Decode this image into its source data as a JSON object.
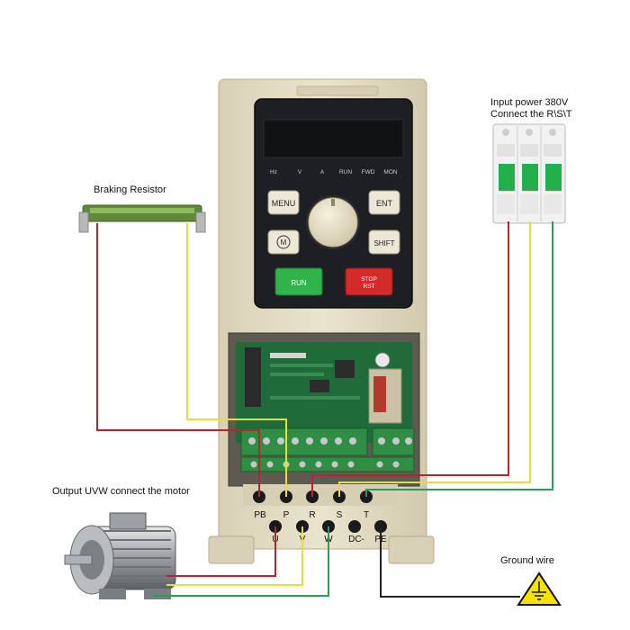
{
  "labels": {
    "braking_resistor": "Braking Resistor",
    "input_power_line1": "Input power 380V",
    "input_power_line2": "Connect the R\\S\\T",
    "output_uvw": "Output UVW connect the motor",
    "ground_wire": "Ground wire"
  },
  "indicators": [
    "Hz",
    "V",
    "A",
    "RUN",
    "FWD",
    "MON"
  ],
  "keypad": {
    "menu": "MENU",
    "ent": "ENT",
    "m": "M",
    "shift": "SHIFT",
    "run": "RUN",
    "stop_line1": "STOP",
    "stop_line2": "RST"
  },
  "terminals_top": [
    "PB",
    "P",
    "R",
    "S",
    "T"
  ],
  "terminals_bottom": [
    "U",
    "V",
    "W",
    "DC-",
    "PE"
  ],
  "colors": {
    "wire_red": "#b4262e",
    "wire_yellow": "#e6dd3a",
    "wire_green": "#2f9a58",
    "wire_black": "#222222",
    "housing": "#e4dcc4",
    "panel": "#1d1f22",
    "run_button": "#2fb34a",
    "stop_button": "#d42a2a",
    "breaker": "#22b04b",
    "pcb": "#1f6b3a"
  }
}
